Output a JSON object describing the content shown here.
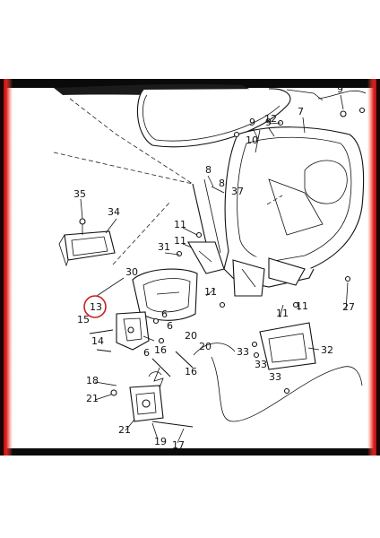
{
  "frame": {
    "edge_dark": "#0a0a0a",
    "edge_red": "#c8141c",
    "edge_glow": "#ff3a2a",
    "highlight_circle": "#cc1f1f"
  },
  "diagram": {
    "callouts": {
      "n35": "35",
      "n34": "34",
      "n31": "31",
      "n30": "30",
      "n13": "13",
      "n15": "15",
      "n14": "14",
      "n6a": "6",
      "n6b": "6",
      "n6c": "6",
      "n20a": "20",
      "n20b": "20",
      "n16a": "16",
      "n16b": "16",
      "n18": "18",
      "n21a": "21",
      "n21b": "21",
      "n19": "19",
      "n17": "17",
      "n11a": "11",
      "n11b": "11",
      "n11c": "11",
      "n11d": "11",
      "n11e": "11",
      "n8a": "8",
      "n8b": "8",
      "n37": "37",
      "n9a": "9",
      "n9b": "9",
      "n10": "10",
      "n12": "12",
      "n7": "7",
      "n32": "32",
      "n33a": "33",
      "n33b": "33",
      "n33c": "33",
      "n27": "27",
      "n9c": "9"
    }
  }
}
